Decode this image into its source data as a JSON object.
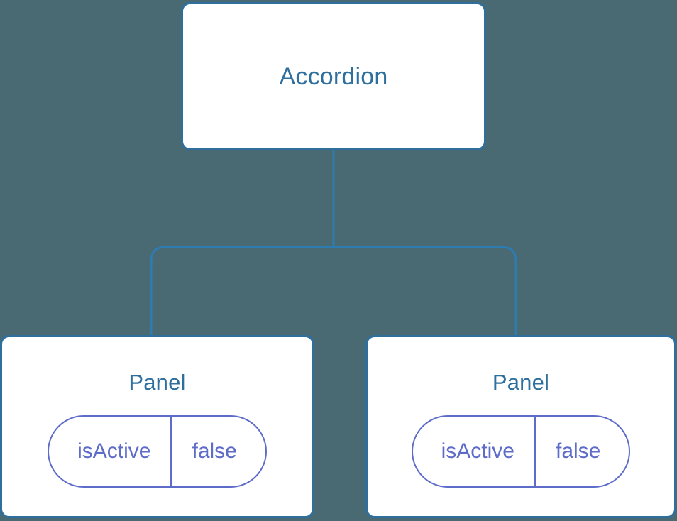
{
  "diagram": {
    "type": "component-tree",
    "background_color": "#4a6a73",
    "node_border_color": "#2e6f9e",
    "node_fill_color": "#ffffff",
    "node_title_color": "#2e6f9e",
    "prop_color": "#5d6bc9",
    "connector_color": "#2e7bb0"
  },
  "root": {
    "label": "Accordion"
  },
  "panels": [
    {
      "label": "Panel",
      "prop": {
        "key": "isActive",
        "value": "false"
      }
    },
    {
      "label": "Panel",
      "prop": {
        "key": "isActive",
        "value": "false"
      }
    }
  ]
}
